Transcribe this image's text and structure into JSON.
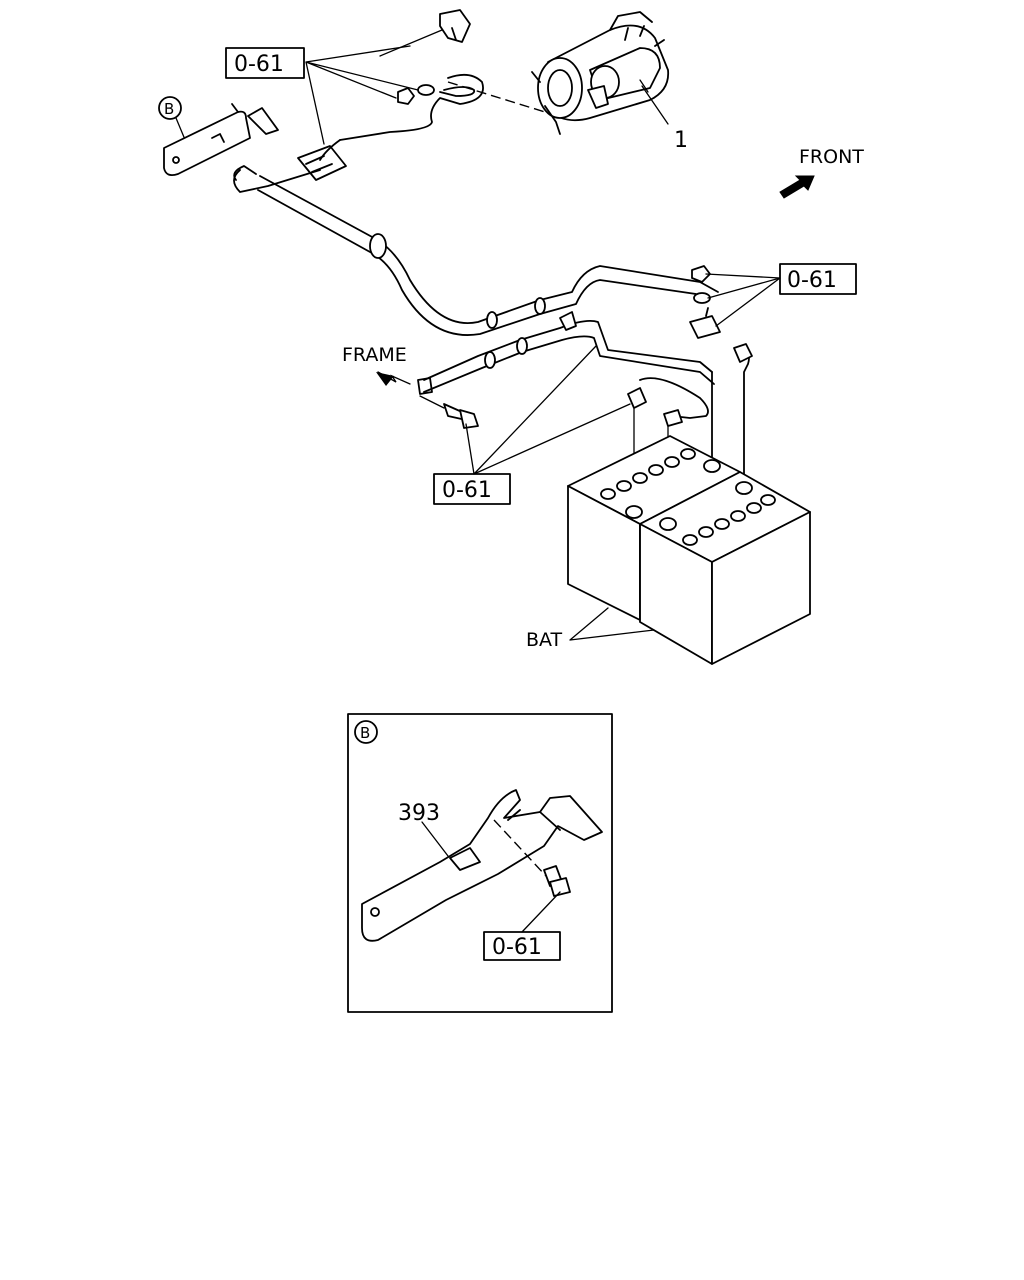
{
  "callouts": {
    "ref_top_left": "0-61",
    "ref_right": "0-61",
    "ref_frame": "0-61",
    "ref_detail": "0-61",
    "part_starter": "1",
    "part_bracket": "393",
    "detail_marker": "B",
    "detail_marker_box": "B"
  },
  "labels": {
    "front": "FRONT",
    "frame": "FRAME",
    "battery": "BAT"
  }
}
